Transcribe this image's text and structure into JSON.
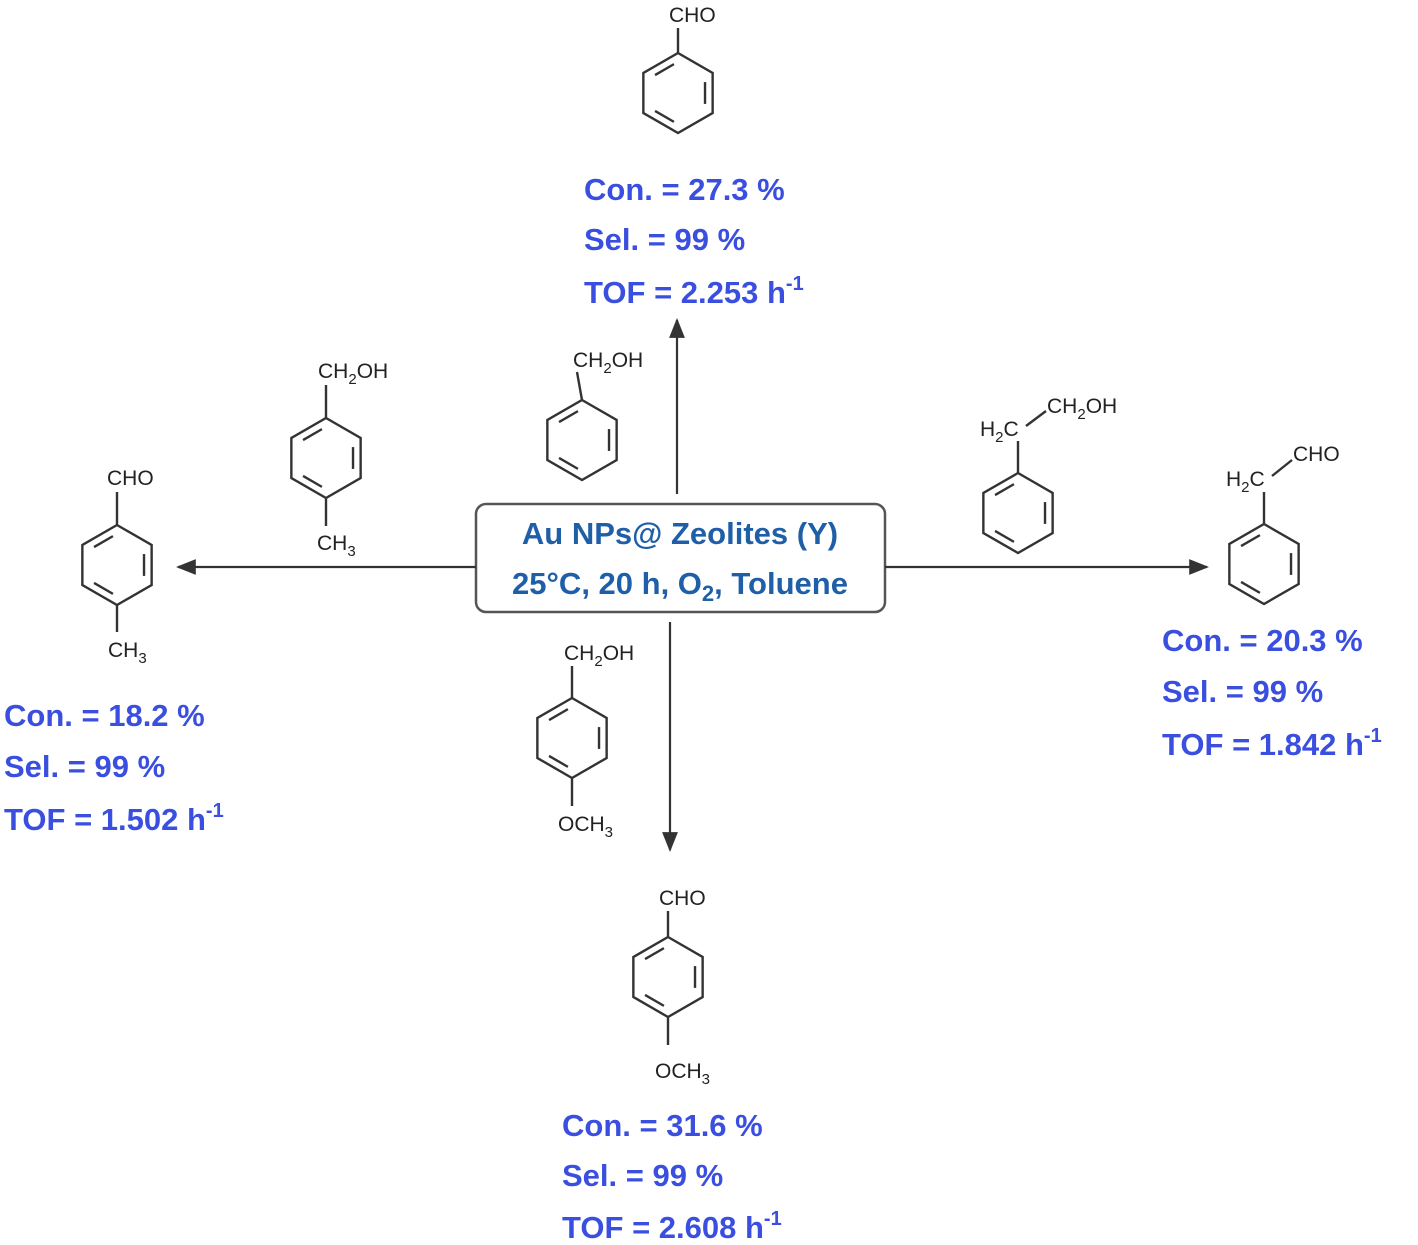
{
  "colors": {
    "result_text": "#3a4fe0",
    "catalyst_text": "#1f5fa8",
    "lines": "#333333"
  },
  "catalyst": {
    "line1": "Au NPs@ Zeolites (Y)",
    "line2_pre": "25°C, 20 h, O",
    "line2_sub": "2",
    "line2_post": ", Toluene"
  },
  "reactions": {
    "top": {
      "substrate": {
        "group_pre": "CH",
        "group_sub": "2",
        "group_post": "OH"
      },
      "product": {
        "group": "CHO"
      },
      "con_label": "Con.",
      "con_value": "= 27.3 %",
      "sel_label": "Sel.",
      "sel_value": "= 99 %",
      "tof_label": "TOF",
      "tof_value": "= 2.253 h",
      "tof_exp": "-1"
    },
    "left": {
      "substrate": {
        "group_pre": "CH",
        "group_sub": "2",
        "group_post": "OH",
        "para_pre": "CH",
        "para_sub": "3"
      },
      "product": {
        "group": "CHO",
        "para_pre": "CH",
        "para_sub": "3"
      },
      "con_label": "Con.",
      "con_value": "= 18.2 %",
      "sel_label": "Sel.",
      "sel_value": "= 99 %",
      "tof_label": "TOF",
      "tof_value": "= 1.502 h",
      "tof_exp": "-1"
    },
    "right": {
      "substrate": {
        "chain_pre": "H",
        "chain_sub": "2",
        "chain_post": "C",
        "group_pre": "CH",
        "group_sub": "2",
        "group_post": "OH"
      },
      "product": {
        "chain_pre": "H",
        "chain_sub": "2",
        "chain_post": "C",
        "group": "CHO"
      },
      "con_label": "Con.",
      "con_value": "= 20.3 %",
      "sel_label": "Sel.",
      "sel_value": "= 99 %",
      "tof_label": "TOF",
      "tof_value": "= 1.842 h",
      "tof_exp": "-1"
    },
    "bottom": {
      "substrate": {
        "group_pre": "CH",
        "group_sub": "2",
        "group_post": "OH",
        "para_pre": "OCH",
        "para_sub": "3"
      },
      "product": {
        "group": "CHO",
        "para_pre": "OCH",
        "para_sub": "3"
      },
      "con_label": "Con.",
      "con_value": "= 31.6 %",
      "sel_label": "Sel.",
      "sel_value": "= 99 %",
      "tof_label": "TOF",
      "tof_value": "= 2.608 h",
      "tof_exp": "-1"
    }
  }
}
